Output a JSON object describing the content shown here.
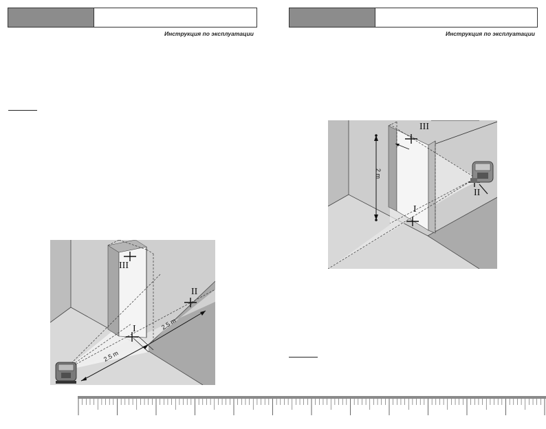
{
  "document": {
    "left_page": {
      "subtitle": "Инструкция по эксплуатации",
      "figure": {
        "point_labels": [
          "I",
          "II",
          "III"
        ],
        "dimension_labels": [
          "2.5 m",
          "2.5 m"
        ]
      }
    },
    "right_page": {
      "subtitle": "Инструкция по эксплуатации",
      "figure": {
        "point_labels": [
          "I",
          "II",
          "III"
        ],
        "dimension_labels": [
          "2 m"
        ]
      }
    },
    "colors": {
      "header_grey": "#8c8c8c",
      "figure_wall": "#c4c4c4",
      "figure_floor": "#d8d8d8",
      "figure_light": "#f3f3f3"
    }
  }
}
